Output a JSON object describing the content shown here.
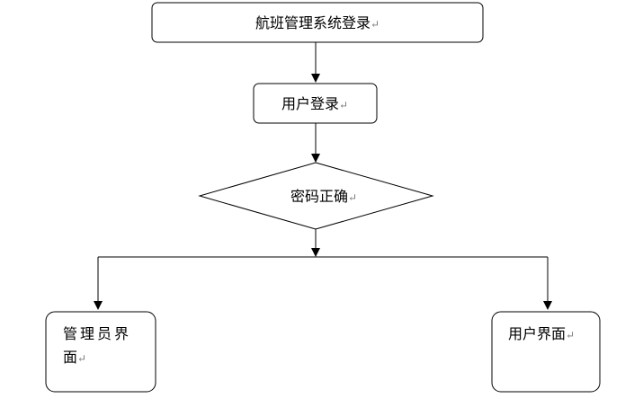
{
  "nodes": {
    "title": "航班管理系统登录",
    "login": "用户登录",
    "check": "密码正确",
    "admin_line1": "管理员界",
    "admin_line2": "面",
    "user": "用户界面"
  },
  "para_mark": "↵"
}
